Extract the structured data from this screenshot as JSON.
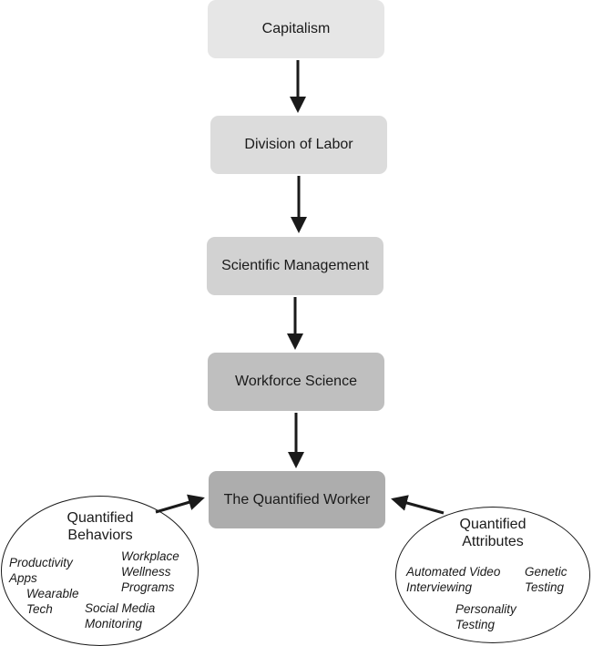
{
  "diagram": {
    "boxes": [
      {
        "id": "capitalism",
        "label": "Capitalism"
      },
      {
        "id": "division",
        "label": "Division of Labor"
      },
      {
        "id": "scientific",
        "label": "Scientific Management"
      },
      {
        "id": "workforce",
        "label": "Workforce Science"
      },
      {
        "id": "quantified",
        "label": "The Quantified Worker"
      }
    ],
    "left_group": {
      "title_line1": "Quantified",
      "title_line2": "Behaviors",
      "items": {
        "productivity_1": "Productivity",
        "productivity_2": "Apps",
        "wearable_1": "Wearable",
        "wearable_2": "Tech",
        "workplace_1": "Workplace",
        "workplace_2": "Wellness",
        "workplace_3": "Programs",
        "social_1": "Social Media",
        "social_2": "Monitoring"
      }
    },
    "right_group": {
      "title_line1": "Quantified",
      "title_line2": "Attributes",
      "items": {
        "video_1": "Automated Video",
        "video_2": "Interviewing",
        "genetic_1": "Genetic",
        "genetic_2": "Testing",
        "personality_1": "Personality",
        "personality_2": "Testing"
      }
    }
  },
  "colors": {
    "box_shades": [
      "#e6e6e6",
      "#dcdcdc",
      "#d2d2d2",
      "#bfbfbf",
      "#adadad"
    ],
    "arrow": "#1a1a1a"
  }
}
